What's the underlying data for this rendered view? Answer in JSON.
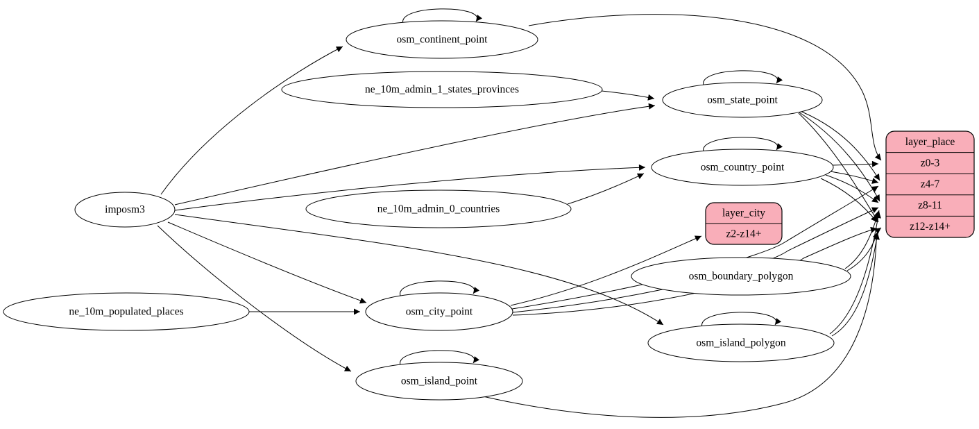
{
  "diagram": {
    "colors": {
      "layer_fill": "#f9aeb9",
      "table_fill": "#ffffff",
      "stroke": "#000000",
      "edge": "#000000",
      "background": "#ffffff"
    },
    "nodes": [
      {
        "id": "imposm3",
        "label": "imposm3",
        "kind": "ellipse",
        "self_loop": false
      },
      {
        "id": "ne_10m_admin_1_states_provinces",
        "label": "ne_10m_admin_1_states_provinces",
        "kind": "ellipse",
        "self_loop": false
      },
      {
        "id": "ne_10m_admin_0_countries",
        "label": "ne_10m_admin_0_countries",
        "kind": "ellipse",
        "self_loop": false
      },
      {
        "id": "ne_10m_populated_places",
        "label": "ne_10m_populated_places",
        "kind": "ellipse",
        "self_loop": false
      },
      {
        "id": "osm_continent_point",
        "label": "osm_continent_point",
        "kind": "ellipse",
        "self_loop": true
      },
      {
        "id": "osm_state_point",
        "label": "osm_state_point",
        "kind": "ellipse",
        "self_loop": true
      },
      {
        "id": "osm_country_point",
        "label": "osm_country_point",
        "kind": "ellipse",
        "self_loop": true
      },
      {
        "id": "osm_city_point",
        "label": "osm_city_point",
        "kind": "ellipse",
        "self_loop": true
      },
      {
        "id": "osm_boundary_polygon",
        "label": "osm_boundary_polygon",
        "kind": "ellipse",
        "self_loop": false
      },
      {
        "id": "osm_island_polygon",
        "label": "osm_island_polygon",
        "kind": "ellipse",
        "self_loop": true
      },
      {
        "id": "osm_island_point",
        "label": "osm_island_point",
        "kind": "ellipse",
        "self_loop": true
      },
      {
        "id": "layer_place",
        "label": "layer_place",
        "kind": "record",
        "rows": [
          "z0-3",
          "z4-7",
          "z8-11",
          "z12-z14+"
        ]
      },
      {
        "id": "layer_city",
        "label": "layer_city",
        "kind": "record",
        "rows": [
          "z2-z14+"
        ]
      }
    ],
    "edges": [
      {
        "from": "imposm3",
        "to": "osm_continent_point"
      },
      {
        "from": "imposm3",
        "to": "osm_state_point"
      },
      {
        "from": "imposm3",
        "to": "osm_country_point"
      },
      {
        "from": "imposm3",
        "to": "osm_city_point"
      },
      {
        "from": "imposm3",
        "to": "osm_island_point"
      },
      {
        "from": "imposm3",
        "to": "osm_island_polygon"
      },
      {
        "from": "ne_10m_admin_1_states_provinces",
        "to": "osm_state_point"
      },
      {
        "from": "ne_10m_admin_0_countries",
        "to": "osm_country_point"
      },
      {
        "from": "ne_10m_populated_places",
        "to": "osm_city_point"
      },
      {
        "from": "osm_continent_point",
        "to": "layer_place",
        "row": "z0-3"
      },
      {
        "from": "osm_country_point",
        "to": "layer_place",
        "row": "z0-3"
      },
      {
        "from": "osm_country_point",
        "to": "layer_place",
        "row": "z4-7"
      },
      {
        "from": "osm_country_point",
        "to": "layer_place",
        "row": "z8-11"
      },
      {
        "from": "osm_country_point",
        "to": "layer_place",
        "row": "z12-z14+"
      },
      {
        "from": "osm_state_point",
        "to": "layer_place",
        "row": "z4-7"
      },
      {
        "from": "osm_state_point",
        "to": "layer_place",
        "row": "z8-11"
      },
      {
        "from": "osm_state_point",
        "to": "layer_place",
        "row": "z12-z14+"
      },
      {
        "from": "osm_city_point",
        "to": "layer_city",
        "row": "z2-z14+"
      },
      {
        "from": "osm_city_point",
        "to": "layer_place",
        "row": "z4-7"
      },
      {
        "from": "osm_city_point",
        "to": "layer_place",
        "row": "z8-11"
      },
      {
        "from": "osm_city_point",
        "to": "layer_place",
        "row": "z12-z14+"
      },
      {
        "from": "osm_boundary_polygon",
        "to": "layer_place",
        "row": "z8-11"
      },
      {
        "from": "osm_boundary_polygon",
        "to": "layer_place",
        "row": "z12-z14+"
      },
      {
        "from": "osm_island_polygon",
        "to": "layer_place",
        "row": "z8-11"
      },
      {
        "from": "osm_island_polygon",
        "to": "layer_place",
        "row": "z12-z14+"
      },
      {
        "from": "osm_island_point",
        "to": "layer_place",
        "row": "z12-z14+"
      }
    ]
  }
}
